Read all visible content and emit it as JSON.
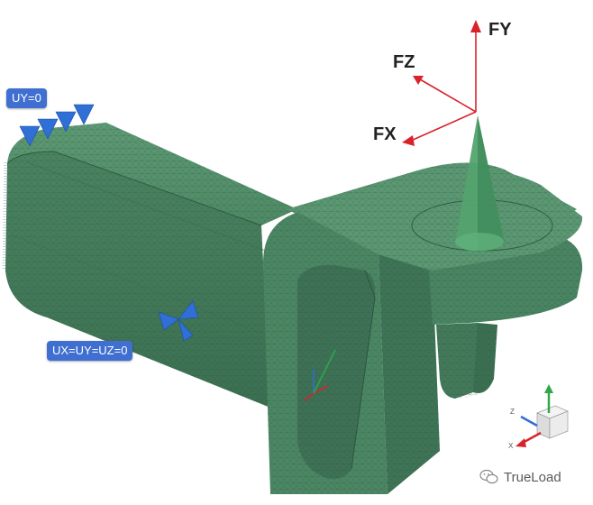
{
  "constraints": {
    "top_label": "UY=0",
    "side_label": "UX=UY=UZ=0"
  },
  "forces": {
    "fy": "FY",
    "fz": "FZ",
    "fx": "FX"
  },
  "triad": {
    "z": "Z",
    "x": "X"
  },
  "watermark": {
    "text": "TrueLoad"
  },
  "colors": {
    "mesh_green": "#4e8a66",
    "force_red": "#d9232a",
    "constraint_blue": "#2f6fd6",
    "label_bg": "#3f6fd0"
  }
}
